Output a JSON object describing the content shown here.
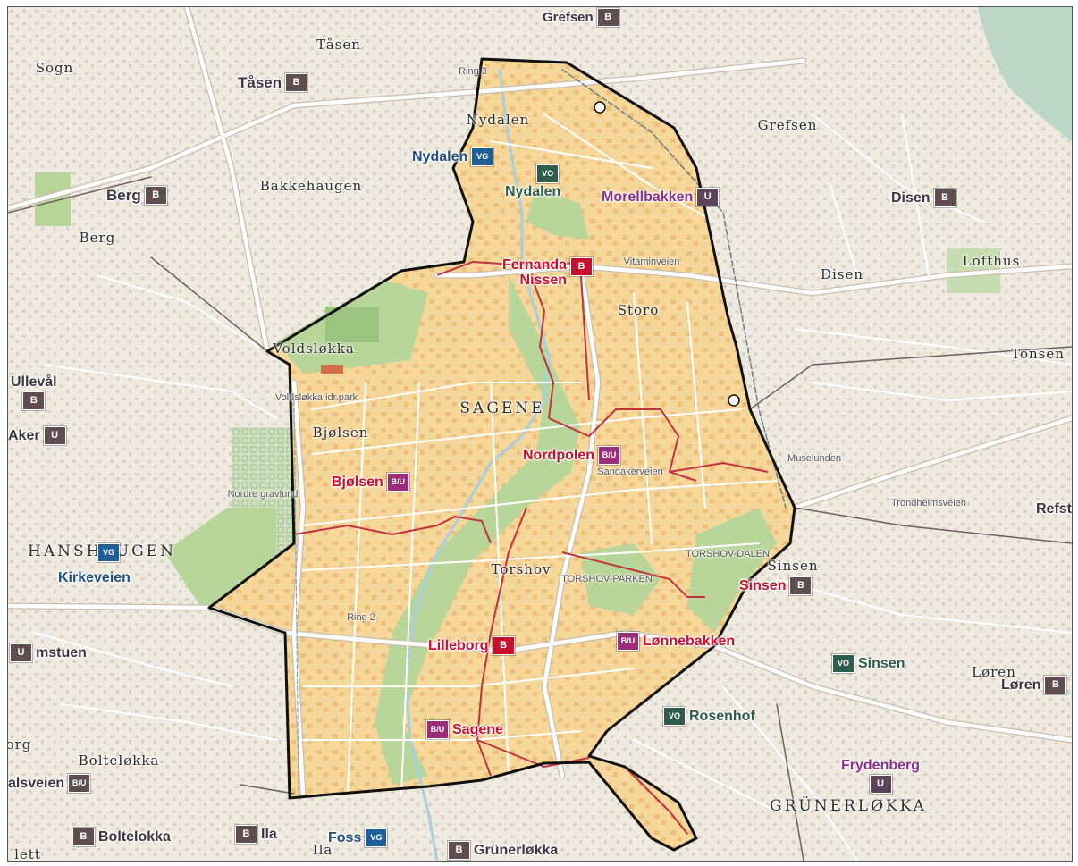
{
  "colors": {
    "land": "#efeae0",
    "district_fill": "#f6d79a",
    "district_border": "#111111",
    "park": "#b9d69a",
    "road_major": "#ffffff",
    "road_outline": "#c9bfae",
    "subdistrict_line": "#c0323f",
    "river": "#a8cfe0",
    "barnehage_badge": "#c8102e",
    "barnehage_text": "#c8102e",
    "ungdom_badge": "#5b4358",
    "ungdom_text": "#8e2f8c",
    "bu_badge": "#9b2d7a",
    "vgs_badge": "#1f5f97",
    "vgs_text": "#1f4f7f",
    "vo_badge": "#2f5d4c",
    "vo_text": "#2f5d4c",
    "outside_badge": "#5e4e50",
    "outside_text": "#3d3540"
  },
  "areas": [
    {
      "id": "sogn",
      "label": "Sogn"
    },
    {
      "id": "tasen-area",
      "label": "Tåsen"
    },
    {
      "id": "nydalen-area",
      "label": "Nydalen"
    },
    {
      "id": "grefsen-area",
      "label": "Grefsen"
    },
    {
      "id": "bakkehaugen",
      "label": "Bakkehaugen"
    },
    {
      "id": "berg-area",
      "label": "Berg"
    },
    {
      "id": "lofthus",
      "label": "Lofthus"
    },
    {
      "id": "disen-area",
      "label": "Disen"
    },
    {
      "id": "storo",
      "label": "Storo"
    },
    {
      "id": "voldslokka",
      "label": "Voldsløkka"
    },
    {
      "id": "tonsen",
      "label": "Tonsen"
    },
    {
      "id": "sagene-area",
      "label": "SAGENE"
    },
    {
      "id": "bjolsen-area",
      "label": "Bjølsen"
    },
    {
      "id": "st-hanshaugen",
      "label": "HANSHAUGEN"
    },
    {
      "id": "torshov",
      "label": "Torshov"
    },
    {
      "id": "sinsen-area",
      "label": "Sinsen"
    },
    {
      "id": "loren-area",
      "label": "Løren"
    },
    {
      "id": "boltelokka-area",
      "label": "Bolteløkka"
    },
    {
      "id": "grunerlokka-area",
      "label": "GRÜNERLØKKA"
    },
    {
      "id": "ila-area",
      "label": "Ila"
    }
  ],
  "small_labels": [
    {
      "id": "voldslokka-idrpark",
      "label": "Voldsløkka idr.park"
    },
    {
      "id": "torshovparken",
      "label": "TORSHOV-PARKEN"
    },
    {
      "id": "torshovdalen",
      "label": "TORSHOV-DALEN"
    },
    {
      "id": "muselunden",
      "label": "Muselunden"
    },
    {
      "id": "nordre-gravlund",
      "label": "Nordre gravlund"
    },
    {
      "id": "sandakerveien",
      "label": "Sandakerveien"
    },
    {
      "id": "ring2",
      "label": "Ring 2"
    },
    {
      "id": "vitaminveien",
      "label": "Vitaminveien"
    },
    {
      "id": "trondheimsveien",
      "label": "Trondheimsveien"
    },
    {
      "id": "ring3",
      "label": "Ring 3"
    }
  ],
  "schools": [
    {
      "id": "grefsen-top",
      "name": "Grefsen",
      "badge": "B",
      "type": "outside"
    },
    {
      "id": "tasen",
      "name": "Tåsen",
      "badge": "B",
      "type": "outside"
    },
    {
      "id": "nydalen-vgs",
      "name": "Nydalen",
      "badge": "VG",
      "type": "vgs"
    },
    {
      "id": "nydalen-vo",
      "name": "Nydalen",
      "badge": "VO",
      "type": "vo"
    },
    {
      "id": "berg",
      "name": "Berg",
      "badge": "B",
      "type": "outside"
    },
    {
      "id": "morellbakken",
      "name": "Morellbakken",
      "badge": "U",
      "type": "ungdom"
    },
    {
      "id": "disen",
      "name": "Disen",
      "badge": "B",
      "type": "outside"
    },
    {
      "id": "fernanda",
      "name": "Fernanda",
      "name2": "Nissen",
      "badge": "B",
      "type": "barnehage"
    },
    {
      "id": "ullevaal",
      "name": "Ullevål",
      "badge": "B",
      "type": "outside"
    },
    {
      "id": "aker",
      "name": "Aker",
      "badge": "U",
      "type": "outside"
    },
    {
      "id": "nordpolen",
      "name": "Nordpolen",
      "badge": "B/U",
      "type": "bu"
    },
    {
      "id": "bjolsen",
      "name": "Bjølsen",
      "badge": "B/U",
      "type": "bu"
    },
    {
      "id": "refsta",
      "name": "Refst",
      "badge": "",
      "type": "outside"
    },
    {
      "id": "st-hanshaugen-vgs",
      "name": "",
      "badge": "VG",
      "type": "vgs"
    },
    {
      "id": "kirkeveien",
      "name": "Kirkeveien",
      "badge": "",
      "type": "vgs"
    },
    {
      "id": "sinsen",
      "name": "Sinsen",
      "badge": "B",
      "type": "outside"
    },
    {
      "id": "lilleborg",
      "name": "Lilleborg",
      "badge": "B",
      "type": "barnehage"
    },
    {
      "id": "lonnebakken",
      "name": "Lønnebakken",
      "badge": "B/U",
      "type": "bu"
    },
    {
      "id": "ullevaal-u",
      "name": "mstuen",
      "badge": "U",
      "type": "outside"
    },
    {
      "id": "sinsen-vo",
      "name": "Sinsen",
      "badge": "VO",
      "type": "vo"
    },
    {
      "id": "loren",
      "name": "Løren",
      "badge": "B",
      "type": "outside"
    },
    {
      "id": "rosenhof",
      "name": "Rosenhof",
      "badge": "VO",
      "type": "vo"
    },
    {
      "id": "sagene",
      "name": "Sagene",
      "badge": "B/U",
      "type": "bu"
    },
    {
      "id": "alsveien",
      "name": "alsveien",
      "badge": "B/U",
      "type": "outside"
    },
    {
      "id": "frydenberg",
      "name": "Frydenberg",
      "badge": "U",
      "type": "ungdom"
    },
    {
      "id": "boltelokka",
      "name": "Boltelokka",
      "badge": "B",
      "type": "outside"
    },
    {
      "id": "ila",
      "name": "Ila",
      "badge": "B",
      "type": "outside"
    },
    {
      "id": "foss",
      "name": "Foss",
      "badge": "VG",
      "type": "vgs"
    },
    {
      "id": "grunerlokka",
      "name": "Grünerløkka",
      "badge": "B",
      "type": "outside"
    }
  ],
  "corner_labels": [
    {
      "id": "org",
      "label": "org"
    },
    {
      "id": "lett",
      "label": "lett"
    }
  ]
}
